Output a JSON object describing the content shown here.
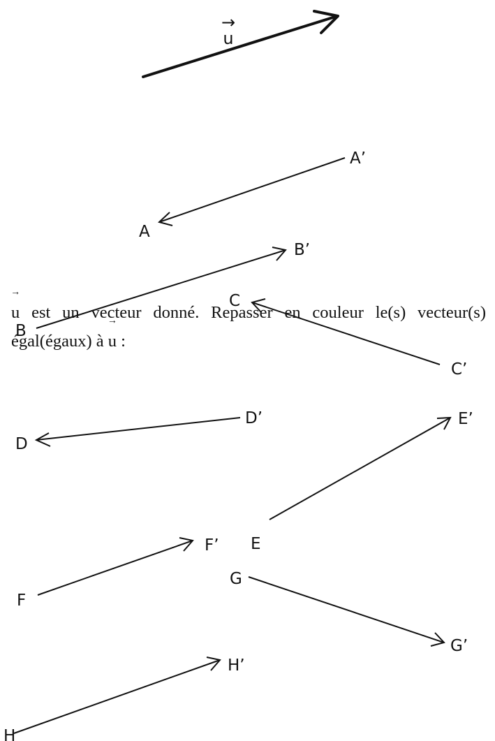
{
  "given_vector": {
    "label": "u",
    "arrow": "→"
  },
  "instruction": {
    "vector_label": "u",
    "vector_arrow": "→",
    "text_1": " est un vecteur donné. Repasser en couleur le(s) vecteur(s) égal(égaux) à ",
    "text_2": " :"
  },
  "vectors": [
    {
      "id": "AA",
      "origin_label": "A",
      "end_label": "A’"
    },
    {
      "id": "BB",
      "origin_label": "B",
      "end_label": "B’"
    },
    {
      "id": "CC",
      "origin_label": "C",
      "end_label": "C’"
    },
    {
      "id": "DD",
      "origin_label": "D",
      "end_label": "D’"
    },
    {
      "id": "EE",
      "origin_label": "E",
      "end_label": "E’"
    },
    {
      "id": "FF",
      "origin_label": "F",
      "end_label": "F’"
    },
    {
      "id": "GG",
      "origin_label": "G",
      "end_label": "G’"
    },
    {
      "id": "HH",
      "origin_label": "H",
      "end_label": "H’"
    }
  ],
  "colors": {
    "stroke": "#111111",
    "background": "#ffffff"
  }
}
